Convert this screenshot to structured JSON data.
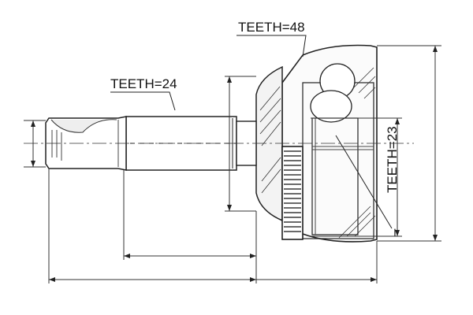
{
  "labels": {
    "teeth_outer": "TEETH=48",
    "teeth_shaft": "TEETH=24",
    "teeth_inner": "TEETH=23",
    "dash": "–"
  }
}
